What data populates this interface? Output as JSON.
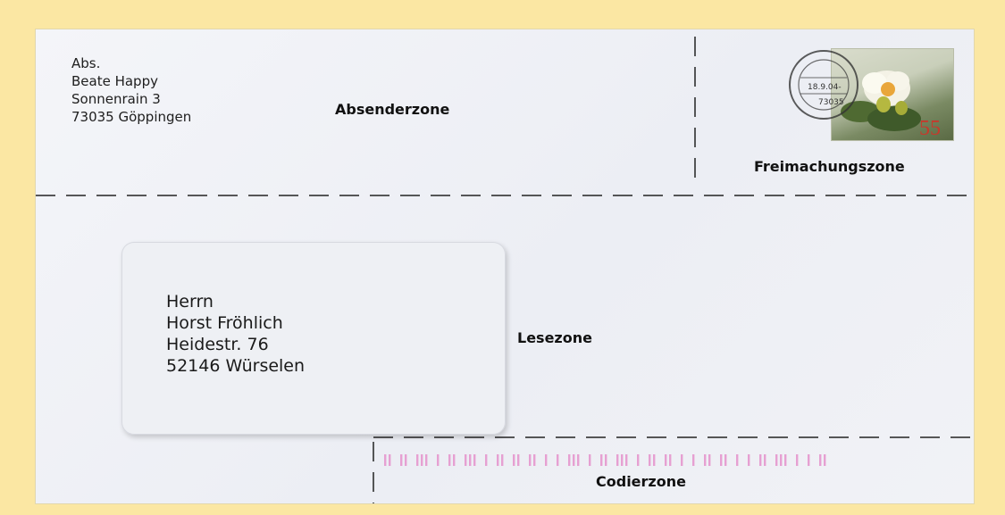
{
  "sender": {
    "lines": [
      "Abs.",
      "Beate Happy",
      "Sonnenrain 3",
      "73035 Göppingen"
    ]
  },
  "recipient": {
    "lines": [
      "Herrn",
      "Horst Fröhlich",
      "Heidestr. 76",
      "52146 Würselen"
    ]
  },
  "zones": {
    "absender": "Absenderzone",
    "freimachung": "Freimachungszone",
    "lese": "Lesezone",
    "codier": "Codierzone"
  },
  "stamp": {
    "value": "55",
    "postmark_date": "18.9.04-",
    "postmark_zip": "73035"
  },
  "colors": {
    "background": "#fbe7a3",
    "envelope": "#f0f1f6",
    "barcode": "#e6a0d2",
    "dashed_lines": "#222222"
  }
}
